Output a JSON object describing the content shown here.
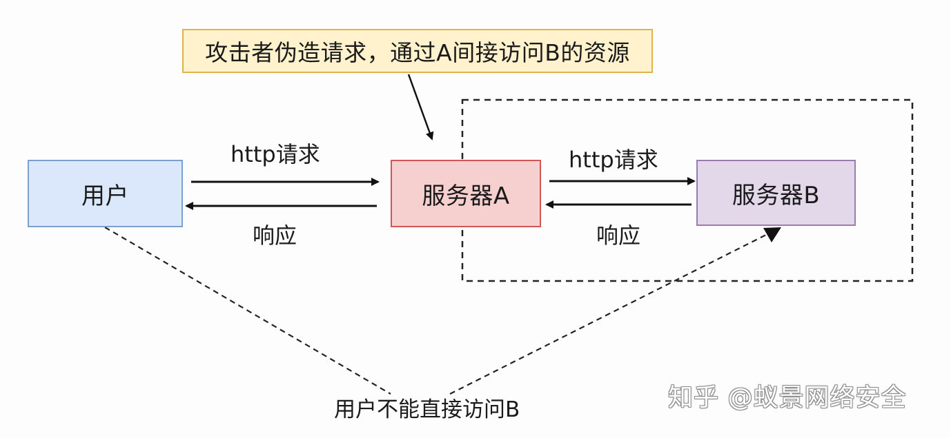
{
  "callout": {
    "text": "攻击者伪造请求，通过A间接访问B的资源"
  },
  "nodes": {
    "user": "用户",
    "server_a": "服务器A",
    "server_b": "服务器B"
  },
  "edges": {
    "user_to_a_label": "http请求",
    "a_to_user_label": "响应",
    "a_to_b_label": "http请求",
    "b_to_a_label": "响应"
  },
  "note": {
    "text": "用户不能直接访问B"
  },
  "watermark": {
    "text": "知乎 @蚁景网络安全"
  },
  "colors": {
    "user_fill": "#dbe8fb",
    "user_border": "#7a9fd0",
    "server_a_fill": "#f6cfcf",
    "server_a_border": "#cf5656",
    "server_b_fill": "#e3d8ea",
    "server_b_border": "#9a7bad",
    "callout_fill": "#fff2cc",
    "callout_border": "#e0b34a"
  }
}
